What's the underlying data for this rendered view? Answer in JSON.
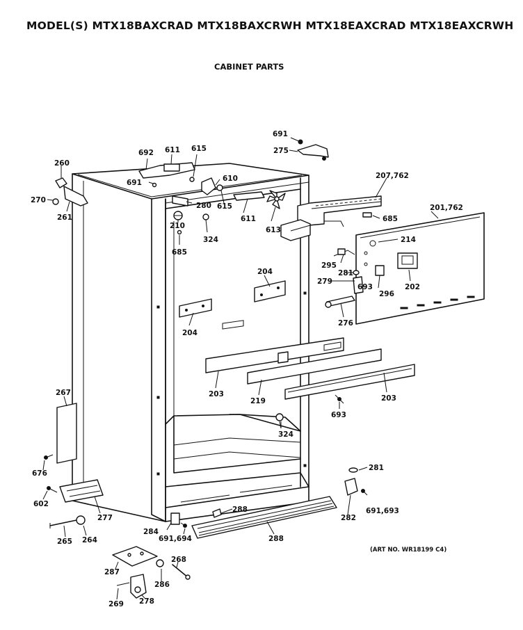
{
  "header": {
    "title": "MODEL(S) MTX18BAXCRAD  MTX18BAXCRWH  MTX18EAXCRAD  MTX18EAXCRWH",
    "subtitle": "CABINET PARTS"
  },
  "footer": {
    "art_number": "(ART NO. WR18199 C4)"
  },
  "callouts": {
    "c691_top": "691",
    "c275": "275",
    "c692": "692",
    "c611_top": "611",
    "c615_top": "615",
    "c260": "260",
    "c691_left": "691",
    "c610": "610",
    "c207": "207,762",
    "c270": "270",
    "c280": "280",
    "c615": "615",
    "c611": "611",
    "c261": "261",
    "c685_right": "685",
    "c201": "201,762",
    "c210": "210",
    "c613": "613",
    "c324_top": "324",
    "c685_left": "685",
    "c214": "214",
    "c295": "295",
    "c204_right": "204",
    "c281_top": "281",
    "c279": "279",
    "c693_small": "693",
    "c296": "296",
    "c202": "202",
    "c276": "276",
    "c204_left": "204",
    "c203_left": "203",
    "c219": "219",
    "c203_right": "203",
    "c693": "693",
    "c267": "267",
    "c324": "324",
    "c676": "676",
    "c281": "281",
    "c602": "602",
    "c277": "277",
    "c288_top": "288",
    "c282": "282",
    "c691_693": "691,693",
    "c284": "284",
    "c691_694": "691,694",
    "c288": "288",
    "c265": "265",
    "c264": "264",
    "c268": "268",
    "c287": "287",
    "c286": "286",
    "c269": "269",
    "c278": "278"
  }
}
